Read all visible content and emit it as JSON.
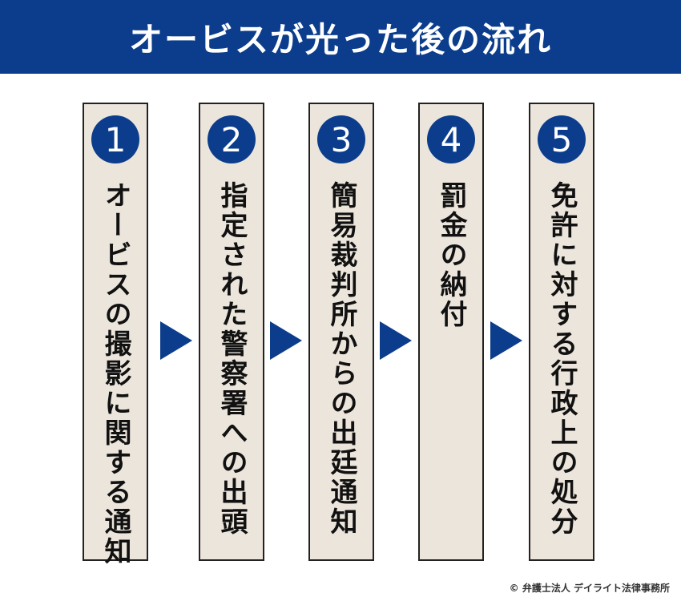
{
  "header": {
    "title": "オービスが光った後の流れ"
  },
  "steps": [
    {
      "number": "1",
      "label": "オービスの撮影に関する通知"
    },
    {
      "number": "2",
      "label": "指定された警察署への出頭"
    },
    {
      "number": "3",
      "label": "簡易裁判所からの出廷通知"
    },
    {
      "number": "4",
      "label": "罰金の納付"
    },
    {
      "number": "5",
      "label": "免許に対する行政上の処分"
    }
  ],
  "colors": {
    "primary": "#0b3d8c",
    "card": "#ece5dc",
    "arrow": "#0b3d8c"
  },
  "icons": {
    "arrow": "triangle-right-icon"
  },
  "footer": {
    "copyright": "© 弁護士法人 デイライト法律事務所"
  }
}
